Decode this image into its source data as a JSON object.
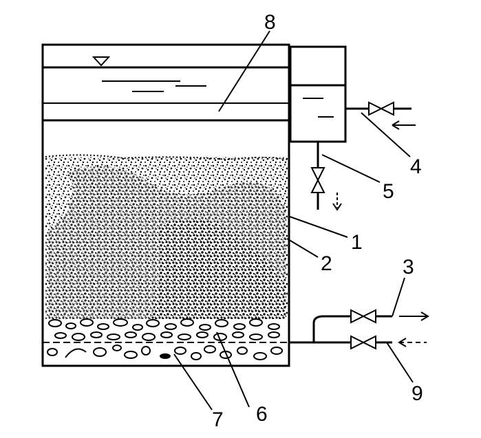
{
  "diagram": {
    "labels": {
      "l1": "1",
      "l2": "2",
      "l3": "3",
      "l4": "4",
      "l5": "5",
      "l6": "6",
      "l7": "7",
      "l8": "8",
      "l9": "9"
    },
    "colors": {
      "stroke": "#000000",
      "background": "#ffffff"
    }
  }
}
